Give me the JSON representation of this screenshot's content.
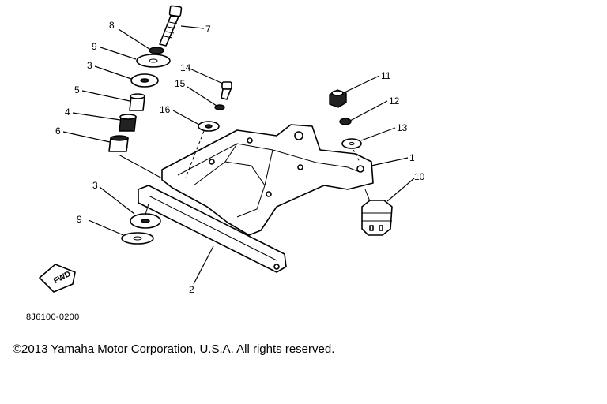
{
  "callouts": {
    "c1": "1",
    "c2": "2",
    "c3a": "3",
    "c3b": "3",
    "c4": "4",
    "c5": "5",
    "c6": "6",
    "c7": "7",
    "c8": "8",
    "c9a": "9",
    "c9b": "9",
    "c10": "10",
    "c11": "11",
    "c12": "12",
    "c13": "13",
    "c14": "14",
    "c15": "15",
    "c16": "16"
  },
  "fwd_label": "FWD",
  "part_code": "8J6100-0200",
  "copyright": "©2013 Yamaha Motor Corporation, U.S.A. All rights reserved."
}
